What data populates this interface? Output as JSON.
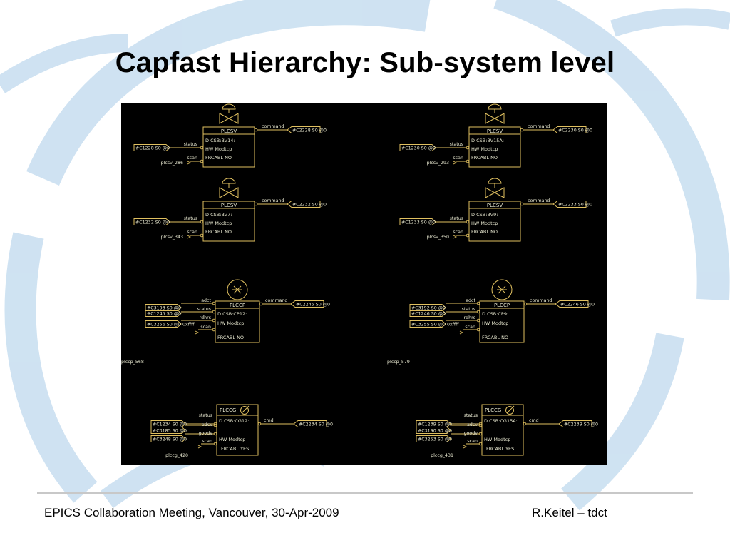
{
  "slide": {
    "title": "Capfast Hierarchy: Sub-system level",
    "footer_left": "EPICS Collaboration Meeting, Vancouver, 30-Apr-2009",
    "footer_right": "R.Keitel – tdct"
  },
  "colors": {
    "wire": "#e0c060",
    "text": "#e8e8d0",
    "background": "#000000",
    "slide_bg": "#ffffff",
    "watermark": "#9cc4e4"
  },
  "valves": [
    {
      "type": "PLCSV",
      "desc": "D CSB:BV14:",
      "hw": "HW Modtcp",
      "frcabl": "FRCABL NO",
      "status": "#C1228 S0 @0",
      "command": "#C2228 S0 @0",
      "instance": "plcsv_286",
      "status_label": "status",
      "scan_label": "scan",
      "command_label": "command"
    },
    {
      "type": "PLCSV",
      "desc": "D CSB:BV15A:",
      "hw": "HW Modtcp",
      "frcabl": "FRCABL NO",
      "status": "#C1230 S0 @0",
      "command": "#C2230 S0 @0",
      "instance": "plcsv_293",
      "status_label": "status",
      "scan_label": "scan",
      "command_label": "command"
    },
    {
      "type": "PLCSV",
      "desc": "D CSB:BV7:",
      "hw": "HW Modtcp",
      "frcabl": "FRCABL NO",
      "status": "#C1232 S0 @0",
      "command": "#C2232 S0 @0",
      "instance": "plcsv_343",
      "status_label": "status",
      "scan_label": "scan",
      "command_label": "command"
    },
    {
      "type": "PLCSV",
      "desc": "D CSB:BV9:",
      "hw": "HW Modtcp",
      "frcabl": "FRCABL NO",
      "status": "#C1233 S0 @0",
      "command": "#C2233 S0 @0",
      "instance": "plcsv_350",
      "status_label": "status",
      "scan_label": "scan",
      "command_label": "command"
    }
  ],
  "pumps": [
    {
      "type": "PLCCP",
      "desc": "D CSB:CP12:",
      "hw": "HW Modtcp",
      "frcabl": "FRCABL NO",
      "inputs": [
        "#C3193 S0 @0",
        "#C1245 S0 @0",
        "#C3256 S0 @0 0xffff"
      ],
      "command": "#C2245 S0 @0",
      "instance": "plccp_568",
      "labels": [
        "adct",
        "status",
        "rdhrs",
        "scan"
      ],
      "command_label": "command"
    },
    {
      "type": "PLCCP",
      "desc": "D CSB:CP9:",
      "hw": "HW Modtcp",
      "frcabl": "FRCABL NO",
      "inputs": [
        "#C3192 S0 @0",
        "#C1246 S0 @0",
        "#C3255 S0 @0 0xffff"
      ],
      "command": "#C2246 S0 @0",
      "instance": "plccp_579",
      "labels": [
        "adct",
        "status",
        "rdhrs",
        "scan"
      ],
      "command_label": "command"
    }
  ],
  "gauges": [
    {
      "type": "PLCCG",
      "desc": "D CSB:CG12:",
      "hw": "HW Modtcp",
      "frcabl": "FRCABL YES",
      "inputs": [
        "#C1234 S0 @0",
        "#C3185 S0 @0",
        "#C3248 S0 @0"
      ],
      "command": "#C2234 S0 @0",
      "instance": "plccg_420",
      "labels": [
        "status",
        "adcv",
        "goodv",
        "scan"
      ],
      "command_label": "cmd"
    },
    {
      "type": "PLCCG",
      "desc": "D CSB:CG15A:",
      "hw": "HW Modtcp",
      "frcabl": "FRCABL YES",
      "inputs": [
        "#C1239 S0 @0",
        "#C3190 S0 @0",
        "#C3253 S0 @0"
      ],
      "command": "#C2239 S0 @0",
      "instance": "plccg_431",
      "labels": [
        "status",
        "adcv",
        "goodv",
        "scan"
      ],
      "command_label": "cmd"
    }
  ]
}
